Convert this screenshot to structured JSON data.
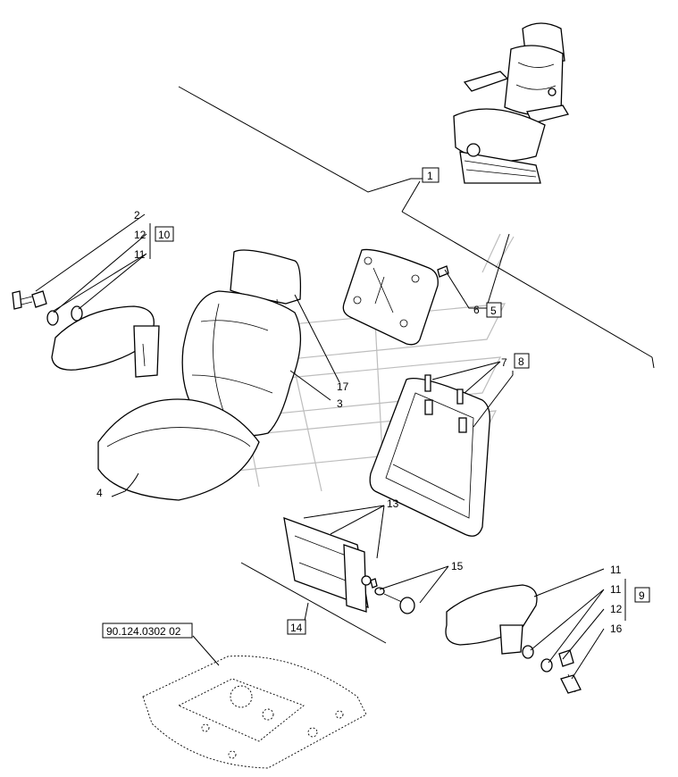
{
  "callouts": {
    "c1": "1",
    "c2": "2",
    "c12a": "12",
    "c10": "10",
    "c11a": "11",
    "c6": "6",
    "c5": "5",
    "c7": "7",
    "c8": "8",
    "c17": "17",
    "c3": "3",
    "c4": "4",
    "c13": "13",
    "c15": "15",
    "c14": "14",
    "c11b": "11",
    "c11c": "11",
    "c9": "9",
    "c12b": "12",
    "c16": "16",
    "ref": "90.124.0302 02"
  }
}
